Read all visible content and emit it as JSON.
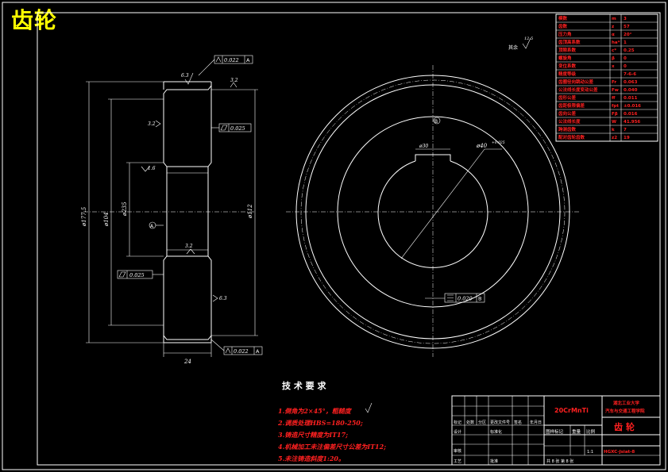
{
  "title": "齿轮",
  "surface_mark_note": "其余",
  "surface_mark_value": "12.5",
  "dims": {
    "dia_tip": "ø177.5",
    "dia_root": "ø104",
    "dia_hub": "ø235",
    "dia_bore": "ø112",
    "width": "24",
    "keyway": "ø30",
    "bore": "ø40",
    "bore_tol": "+0.025"
  },
  "ra": {
    "top": "6.3",
    "top2": "3.2",
    "face_left": "3.2",
    "bore_left": "1.6",
    "bottom_face": "3.2",
    "right_lower": "6.3"
  },
  "tolerances": {
    "top_runout": "0.022",
    "top_runout_ref": "A",
    "right_flat": "0.025",
    "left_flat": "0.025",
    "bottom_runout": "0.022",
    "bottom_runout_ref": "A",
    "circle_sym": "0.020",
    "circle_sym_ref": "B",
    "datum_a": "A",
    "datum_b": "B"
  },
  "param_table": [
    [
      "模数",
      "m",
      "3"
    ],
    [
      "齿数",
      "z",
      "57"
    ],
    [
      "压力角",
      "α",
      "20°"
    ],
    [
      "齿顶高系数",
      "ha*",
      "1"
    ],
    [
      "顶隙系数",
      "c*",
      "0.25"
    ],
    [
      "螺旋角",
      "β",
      "0"
    ],
    [
      "变位系数",
      "x",
      "0"
    ],
    [
      "精度等级",
      "",
      "7-6-6"
    ],
    [
      "齿圈径向跳动公差",
      "Fr",
      "0.063"
    ],
    [
      "公法线长度变动公差",
      "Fw",
      "0.040"
    ],
    [
      "齿形公差",
      "ff",
      "0.011"
    ],
    [
      "齿距极限偏差",
      "fpt",
      "±0.016"
    ],
    [
      "齿向公差",
      "Fβ",
      "0.016"
    ],
    [
      "公法线长度",
      "W",
      "41.956"
    ],
    [
      "跨测齿数",
      "k",
      "7"
    ],
    [
      "配对齿轮齿数",
      "z2",
      "19"
    ]
  ],
  "tech_req": {
    "heading": "技 术 要 求",
    "lines": [
      "1.倒角为2×45°，粗糙度",
      "2.调质处理HBS=180-250;",
      "3.铸造尺寸精度为IT17;",
      "4.机械加工未注偏差尺寸公差为IT12;",
      "5.未注铸造斜度1:20。"
    ]
  },
  "title_block": {
    "material": "20CrMnTi",
    "company_line1": "湖北工业大学",
    "company_line2": "汽车与交通工程学院",
    "part_name": "齿 轮",
    "drawing_no": "HGXC-Jsiat-8",
    "scale_label": "比例",
    "weight_label": "重量",
    "stage_label": "图样标记",
    "sheet_info": "共 8 张  第 8 张",
    "scale_val": "1:1",
    "row_labels": [
      "标记",
      "处数",
      "分区",
      "更改文件号",
      "签名",
      "年月日"
    ],
    "left_labels": [
      "设计",
      "审核",
      "工艺"
    ],
    "std_label": "标准化",
    "approve_label": "批准"
  }
}
